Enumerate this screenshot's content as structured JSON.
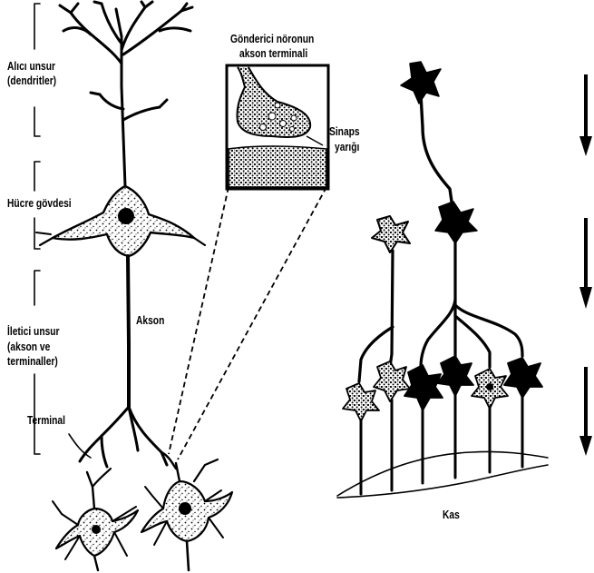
{
  "labels": {
    "receiving": "Alıcı unsur",
    "receiving_sub": "(dendritler)",
    "cell_body": "Hücre gövdesi",
    "axon": "Akson",
    "transmitting": "İletici unsur",
    "transmitting_sub1": "(akson ve",
    "transmitting_sub2": "terminaller)",
    "terminal": "Terminal",
    "inset_title1": "Gönderici nöronun",
    "inset_title2": "akson terminali",
    "synapse1": "Sinaps",
    "synapse2": "yarığı",
    "muscle": "Kas"
  },
  "arrows": [
    "arrow-down-icon",
    "arrow-down-icon",
    "arrow-down-icon"
  ],
  "colors": {
    "ink": "#000000",
    "paper": "#ffffff"
  }
}
